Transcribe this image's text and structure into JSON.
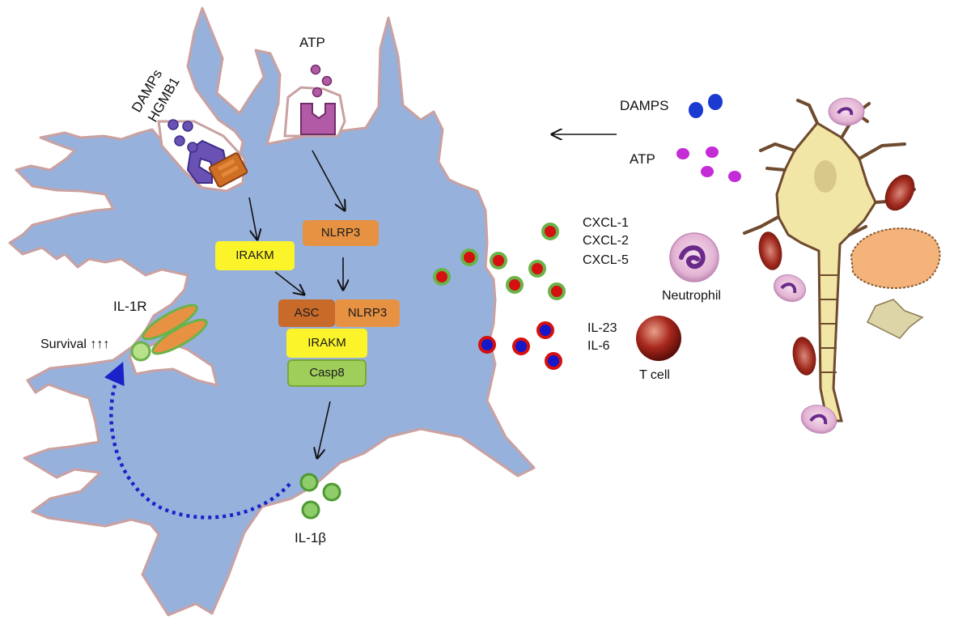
{
  "colors": {
    "cell_fill": "#97b1dd",
    "cell_outline": "#c9a1a1",
    "irakm": "#fbf42a",
    "nlrp3": "#e79243",
    "asc": "#c86a2a",
    "casp8": "#9fce5a",
    "damps_receptor": "#6a52b4",
    "atp_receptor": "#b25aa6",
    "chemokine_ring": "#6ab34a",
    "chemokine_core": "#d41010",
    "cytokine_ring": "#d41010",
    "cytokine_core": "#1418c8",
    "il1b": "#6ab34a",
    "dashed_arrow": "#1a22c8",
    "neuron_fill": "#f2e6a6",
    "neuron_outline": "#6e4a2e"
  },
  "labels": {
    "atp_top": "ATP",
    "damps_line1": "DAMPs",
    "damps_line2": "HGMB1",
    "il1r": "IL-1R",
    "survival": "Survival ↑↑↑",
    "il1b": "IL-1β",
    "damps_right": "DAMPS",
    "atp_right": "ATP",
    "cxcl1": "CXCL-1",
    "cxcl2": "CXCL-2",
    "cxcl5": "CXCL-5",
    "neutrophil": "Neutrophil",
    "il23": "IL-23",
    "il6": "IL-6",
    "tcell": "T cell"
  },
  "boxes": {
    "irakm_top": "IRAKM",
    "nlrp3_top": "NLRP3",
    "asc": "ASC",
    "nlrp3_complex": "NLRP3",
    "irakm_complex": "IRAKM",
    "casp8": "Casp8"
  }
}
